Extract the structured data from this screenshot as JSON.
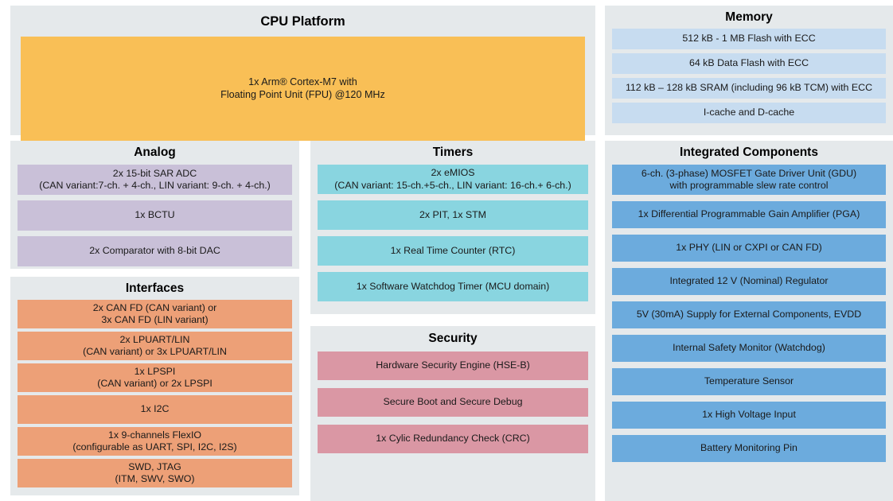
{
  "diagram": {
    "colors": {
      "panel_background": "#e5e9eb",
      "page_background": "#ffffff",
      "cpu_block": "#f9bf56",
      "memory_block": "#c7dcf0",
      "analog_block": "#c9c0d8",
      "interfaces_block": "#eda077",
      "timers_block": "#89d5e0",
      "security_block": "#da97a4",
      "integrated_block": "#6cabdd"
    }
  },
  "sections": {
    "cpu_platform": {
      "title": "CPU Platform",
      "blocks": [
        "1x Arm® Cortex-M7 with\nFloating Point Unit (FPU) @120 MHz"
      ]
    },
    "memory": {
      "title": "Memory",
      "blocks": [
        "512 kB - 1 MB Flash with ECC",
        "64 kB Data Flash with ECC",
        "112 kB – 128 kB SRAM (including 96 kB TCM) with ECC",
        "I-cache and D-cache"
      ]
    },
    "analog": {
      "title": "Analog",
      "blocks": [
        "2x 15-bit SAR ADC\n(CAN variant:7-ch. + 4-ch., LIN variant: 9-ch. + 4-ch.)",
        "1x BCTU",
        "2x Comparator with 8-bit DAC"
      ]
    },
    "interfaces": {
      "title": "Interfaces",
      "blocks": [
        "2x CAN FD (CAN variant) or\n3x CAN FD (LIN variant)",
        "2x LPUART/LIN\n(CAN variant) or 3x LPUART/LIN",
        "1x LPSPI\n(CAN variant) or 2x LPSPI",
        "1x I2C",
        "1x 9-channels FlexIO\n(configurable as UART, SPI, I2C, I2S)",
        "SWD, JTAG\n(ITM, SWV, SWO)"
      ]
    },
    "timers": {
      "title": "Timers",
      "blocks": [
        "2x eMIOS\n(CAN variant: 15-ch.+5-ch., LIN variant: 16-ch.+ 6-ch.)",
        "2x PIT, 1x STM",
        "1x Real Time Counter (RTC)",
        "1x Software Watchdog Timer (MCU domain)"
      ]
    },
    "security": {
      "title": "Security",
      "blocks": [
        "Hardware Security Engine (HSE-B)",
        "Secure Boot and Secure Debug",
        "1x Cylic Redundancy Check (CRC)"
      ]
    },
    "integrated_components": {
      "title": "Integrated Components",
      "blocks": [
        "6-ch. (3-phase) MOSFET Gate Driver Unit (GDU)\nwith programmable slew rate control",
        "1x Differential Programmable Gain Amplifier (PGA)",
        "1x PHY (LIN or CXPI or CAN FD)",
        "Integrated 12 V (Nominal) Regulator",
        "5V (30mA) Supply for External Components, EVDD",
        "Internal Safety Monitor (Watchdog)",
        "Temperature Sensor",
        "1x High Voltage Input",
        "Battery Monitoring Pin"
      ]
    }
  }
}
